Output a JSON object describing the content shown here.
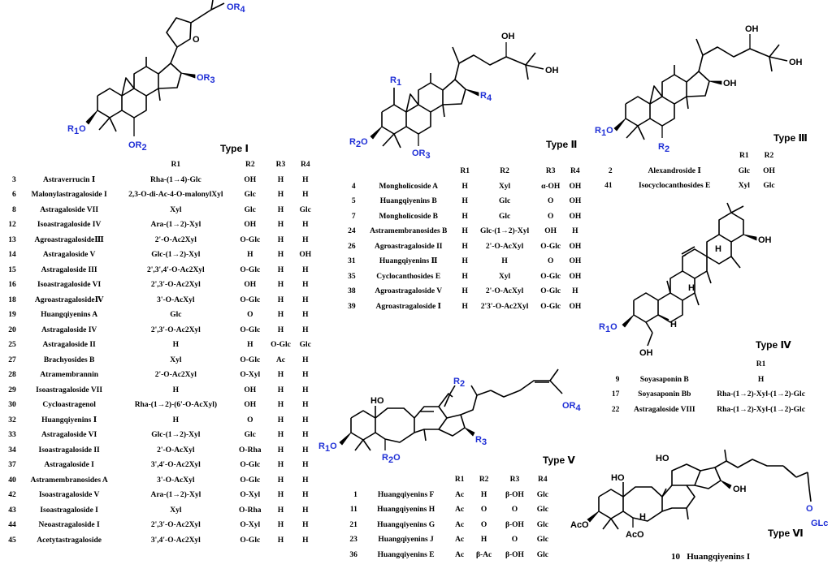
{
  "types": {
    "t1": "Type Ⅰ",
    "t2": "Type Ⅱ",
    "t3": "Type Ⅲ",
    "t4": "Type Ⅳ",
    "t5": "Type Ⅴ",
    "t6": "Type Ⅵ"
  },
  "atoms": {
    "OR1": "OR",
    "R1O": "R1O",
    "R2O": "R2O",
    "OR2": "OR2",
    "OR3": "OR3",
    "OR4": "OR4",
    "R1": "R1",
    "R2": "R2",
    "R3": "R3",
    "R4": "R4",
    "OH": "OH",
    "O": "O",
    "H": "H",
    "HO": "HO",
    "AcO": "AcO",
    "OGlc": "GLc"
  },
  "table1": {
    "headers": [
      "",
      "",
      "R1",
      "R2",
      "R3",
      "R4"
    ],
    "rows": [
      [
        "3",
        "Astraverrucin Ⅰ",
        "Rha-(1→4)-Glc",
        "OH",
        "H",
        "H"
      ],
      [
        "6",
        "Malonylastragaloside I",
        "2,3-O-di-Ac-4-O-malonylXyl",
        "Glc",
        "H",
        "H"
      ],
      [
        "8",
        "Astragaloside VII",
        "Xyl",
        "Glc",
        "H",
        "Glc"
      ],
      [
        "12",
        "Isoastragaloside IV",
        "Ara-(1→2)-Xyl",
        "OH",
        "H",
        "H"
      ],
      [
        "13",
        "AgroastragalosideⅢ",
        "2'-O-Ac2Xyl",
        "O-Glc",
        "H",
        "H"
      ],
      [
        "14",
        "Astragaloside V",
        "Glc-(1→2)-Xyl",
        "H",
        "H",
        "OH"
      ],
      [
        "15",
        "Astragaloside III",
        "2',3',4'-O-Ac2Xyl",
        "O-Glc",
        "H",
        "H"
      ],
      [
        "16",
        "Isoastragaloside VI",
        "2',3'-O-Ac2Xyl",
        "OH",
        "H",
        "H"
      ],
      [
        "18",
        "AgroastragalosideⅣ",
        "3'-O-AcXyl",
        "O-Glc",
        "H",
        "H"
      ],
      [
        "19",
        "Huangqiyenins A",
        "Glc",
        "O",
        "H",
        "H"
      ],
      [
        "20",
        "Astragaloside IV",
        "2',3'-O-Ac2Xyl",
        "O-Glc",
        "H",
        "H"
      ],
      [
        "25",
        "Astragaloside II",
        "H",
        "H",
        "O-Glc",
        "Glc"
      ],
      [
        "27",
        "Brachyosides B",
        "Xyl",
        "O-Glc",
        "Ac",
        "H"
      ],
      [
        "28",
        "Atramembrannin",
        "2'-O-Ac2Xyl",
        "O-Xyl",
        "H",
        "H"
      ],
      [
        "29",
        "Isoastragaloside VII",
        "H",
        "OH",
        "H",
        "H"
      ],
      [
        "30",
        "Cycloastragenol",
        "Rha-(1→2)-(6'-O-AcXyl)",
        "OH",
        "H",
        "H"
      ],
      [
        "32",
        "Huangqiyenins Ⅰ",
        "H",
        "O",
        "H",
        "H"
      ],
      [
        "33",
        "Astragaloside VI",
        "Glc-(1→2)-Xyl",
        "Glc",
        "H",
        "H"
      ],
      [
        "34",
        "Isoastragaloside II",
        "2'-O-AcXyl",
        "O-Rha",
        "H",
        "H"
      ],
      [
        "37",
        "Astragaloside I",
        "3',4'-O-Ac2Xyl",
        "O-Glc",
        "H",
        "H"
      ],
      [
        "40",
        "Astramembranosides A",
        "3'-O-AcXyl",
        "O-Glc",
        "H",
        "H"
      ],
      [
        "42",
        "Isoastragaloside V",
        "Ara-(1→2)-Xyl",
        "O-Xyl",
        "H",
        "H"
      ],
      [
        "43",
        "Isoastragaloside I",
        "Xyl",
        "O-Rha",
        "H",
        "H"
      ],
      [
        "44",
        "Neoastragaloside I",
        "2',3'-O-Ac2Xyl",
        "O-Xyl",
        "H",
        "H"
      ],
      [
        "45",
        "Acetytastragaloside",
        "3',4'-O-Ac2Xyl",
        "O-Glc",
        "H",
        "H"
      ]
    ]
  },
  "table2": {
    "headers": [
      "",
      "",
      "R1",
      "R2",
      "R3",
      "R4"
    ],
    "rows": [
      [
        "4",
        "Mongholicoside A",
        "H",
        "Xyl",
        "α-OH",
        "OH"
      ],
      [
        "5",
        "Huangqiyenins B",
        "H",
        "Glc",
        "O",
        "OH"
      ],
      [
        "7",
        "Mongholicoside B",
        "H",
        "Glc",
        "O",
        "OH"
      ],
      [
        "24",
        "Astramembranosides B",
        "H",
        "Glc-(1→2)-Xyl",
        "OH",
        "H"
      ],
      [
        "26",
        "Agroastragaloside II",
        "H",
        "2'-O-AcXyl",
        "O-Glc",
        "OH"
      ],
      [
        "31",
        "Huangqiyenins Ⅱ",
        "H",
        "H",
        "O",
        "OH"
      ],
      [
        "35",
        "Cyclocanthosides E",
        "H",
        "Xyl",
        "O-Glc",
        "OH"
      ],
      [
        "38",
        "Agroastragaloside V",
        "H",
        "2'-O-AcXyl",
        "O-Glc",
        "H"
      ],
      [
        "39",
        "Agroastragaloside Ⅰ",
        "H",
        "2'3'-O-Ac2Xyl",
        "O-Glc",
        "OH"
      ]
    ]
  },
  "table3": {
    "headers": [
      "",
      "",
      "R1",
      "R2"
    ],
    "rows": [
      [
        "2",
        "Alexandroside Ⅰ",
        "Glc",
        "OH"
      ],
      [
        "41",
        "Isocyclocanthosides E",
        "Xyl",
        "Glc"
      ]
    ]
  },
  "table4": {
    "headers": [
      "",
      "",
      "R1"
    ],
    "rows": [
      [
        "9",
        "Soyasaponin B",
        "H"
      ],
      [
        "17",
        "Soyasaponin Bb",
        "Rha-(1→2)-Xyl-(1→2)-Glc"
      ],
      [
        "22",
        "Astragaloside VIII",
        "Rha-(1→2)-Xyl-(1→2)-Glc"
      ]
    ]
  },
  "table5": {
    "headers": [
      "",
      "",
      "R1",
      "R2",
      "R3",
      "R4"
    ],
    "rows": [
      [
        "1",
        "Huangqiyenins F",
        "Ac",
        "H",
        "β-OH",
        "Glc"
      ],
      [
        "11",
        "Huangqiyenins H",
        "Ac",
        "O",
        "O",
        "Glc"
      ],
      [
        "21",
        "Huangqiyenins G",
        "Ac",
        "O",
        "β-OH",
        "Glc"
      ],
      [
        "23",
        "Huangqiyenins J",
        "Ac",
        "H",
        "O",
        "Glc"
      ],
      [
        "36",
        "Huangqiyenins E",
        "Ac",
        "β-Ac",
        "β-OH",
        "Glc"
      ]
    ]
  },
  "table6": {
    "num": "10",
    "name": "Huangqiyenins I"
  }
}
